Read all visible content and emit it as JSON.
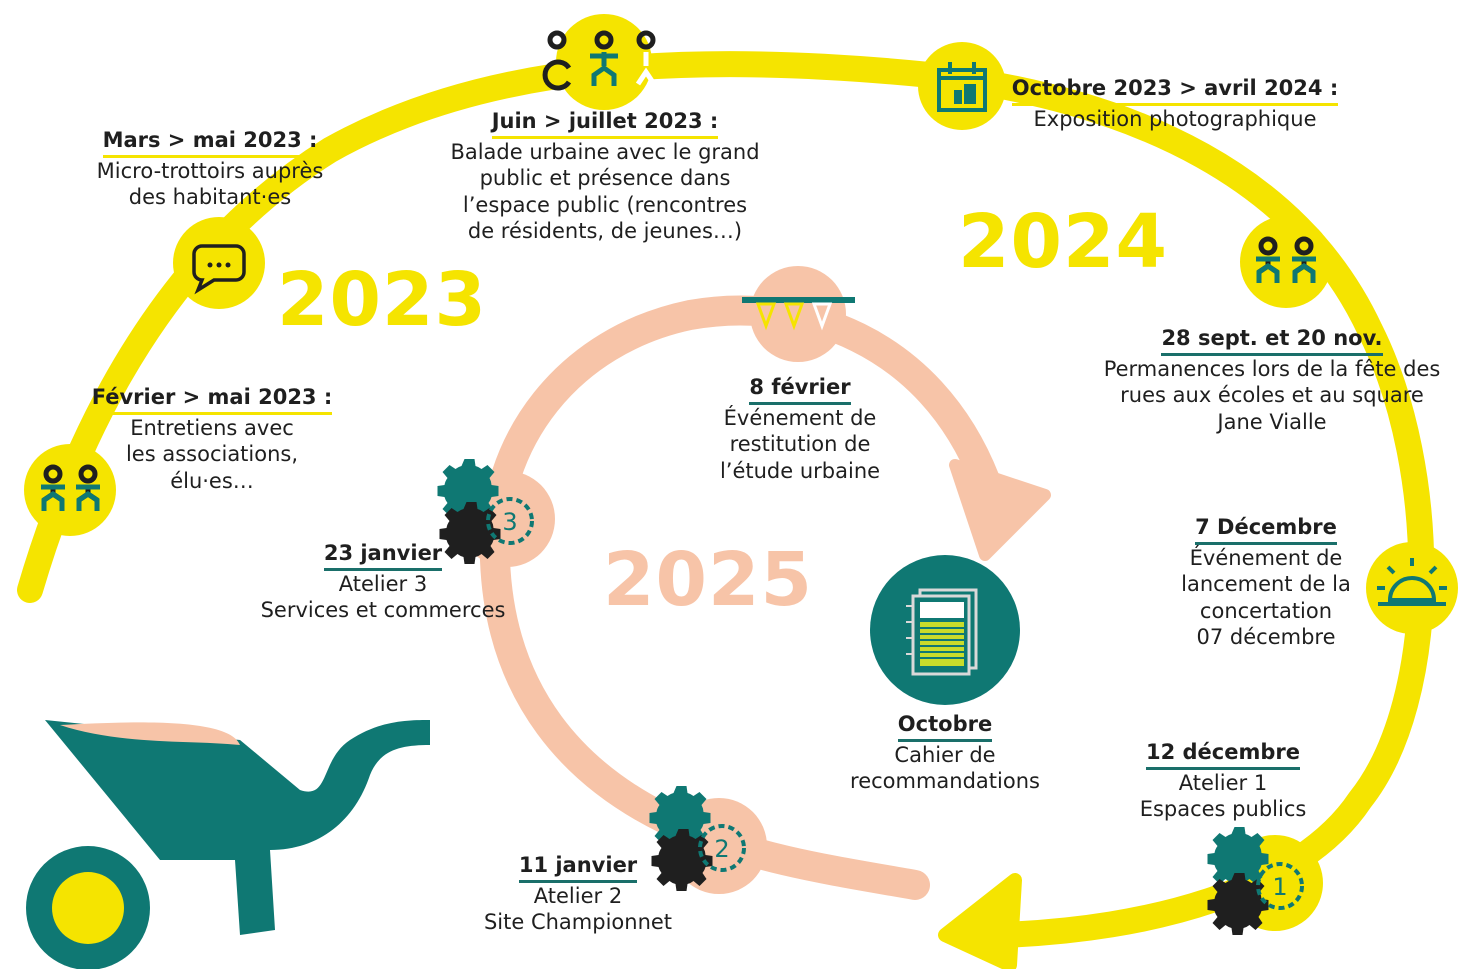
{
  "colors": {
    "yellow": "#f5e400",
    "peach": "#f7c4a8",
    "teal": "#0f7873",
    "ink": "#1f1f1f"
  },
  "years": {
    "y2023": "2023",
    "y2024": "2024",
    "y2025": "2025"
  },
  "events": [
    {
      "date": "Mars > mai 2023 :",
      "text": "Micro-trottoirs auprès\ndes habitant·es",
      "icon": "speech-bubble-icon"
    },
    {
      "date": "Juin > juillet 2023 :",
      "text": "Balade urbaine avec le grand\npublic et présence dans\nl’espace public (rencontres\nde résidents, de jeunes…)",
      "icon": "people-walk-icon"
    },
    {
      "date": "Octobre 2023 > avril 2024 :",
      "text": "Exposition photographique",
      "icon": "calendar-icon"
    },
    {
      "date": "Février > mai 2023 :",
      "text": "Entretiens avec\nles associations,\nélu·es…",
      "icon": "two-people-icon"
    },
    {
      "date": "28 sept. et 20 nov.",
      "text": "Permanences lors de la fête des\nrues aux écoles et au square\nJane Vialle",
      "icon": "two-people-icon"
    },
    {
      "date": "7 Décembre",
      "text": "Événement de\nlancement de la\nconcertation\n07 décembre",
      "icon": "sunrise-icon"
    },
    {
      "date": "12 décembre",
      "text": "Atelier 1\nEspaces publics",
      "icon": "gears-1-icon"
    },
    {
      "date": "8 février",
      "text": "Événement de\nrestitution de\nl’étude urbaine",
      "icon": "bunting-icon"
    },
    {
      "date": "23 janvier",
      "text": "Atelier 3\nServices et commerces",
      "icon": "gears-3-icon"
    },
    {
      "date": "11 janvier",
      "text": "Atelier 2\nSite Championnet",
      "icon": "gears-2-icon"
    },
    {
      "date": "Octobre",
      "text": "Cahier de\nrecommandations",
      "icon": "document-icon"
    }
  ],
  "gear_numbers": {
    "one": "1",
    "two": "2",
    "three": "3"
  }
}
